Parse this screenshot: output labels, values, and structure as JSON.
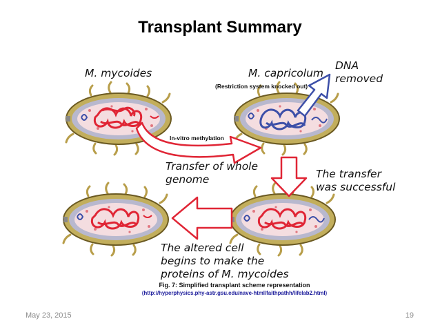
{
  "slide": {
    "title": "Transplant Summary",
    "date": "May 23, 2015",
    "page_number": "19"
  },
  "diagram": {
    "labels": {
      "mycoides": "M. mycoides",
      "capricolum": "M. capricolum",
      "restriction_note": "(Restriction system knocked out)",
      "dna_removed_1": "DNA",
      "dna_removed_2": "removed",
      "methylation": "In-vitro methylation",
      "transfer_1": "Transfer of whole",
      "transfer_2": "genome",
      "success_1": "The transfer",
      "success_2": "was successful",
      "altered_1": "The altered cell",
      "altered_2": "begins to make the",
      "altered_3": "proteins of M. mycoides"
    },
    "colors": {
      "red_dna": "#e02535",
      "blue_dna": "#3c4fa8",
      "cell_wall": "#c2ae5c",
      "cytoplasm": "#f4dde0"
    },
    "caption": {
      "text": "Fig. 7: Simplified transplant scheme representation",
      "source": "(http://hyperphysics.phy-astr.gsu.edu/nave-html/faithpathh/lifelab2.html)"
    }
  }
}
